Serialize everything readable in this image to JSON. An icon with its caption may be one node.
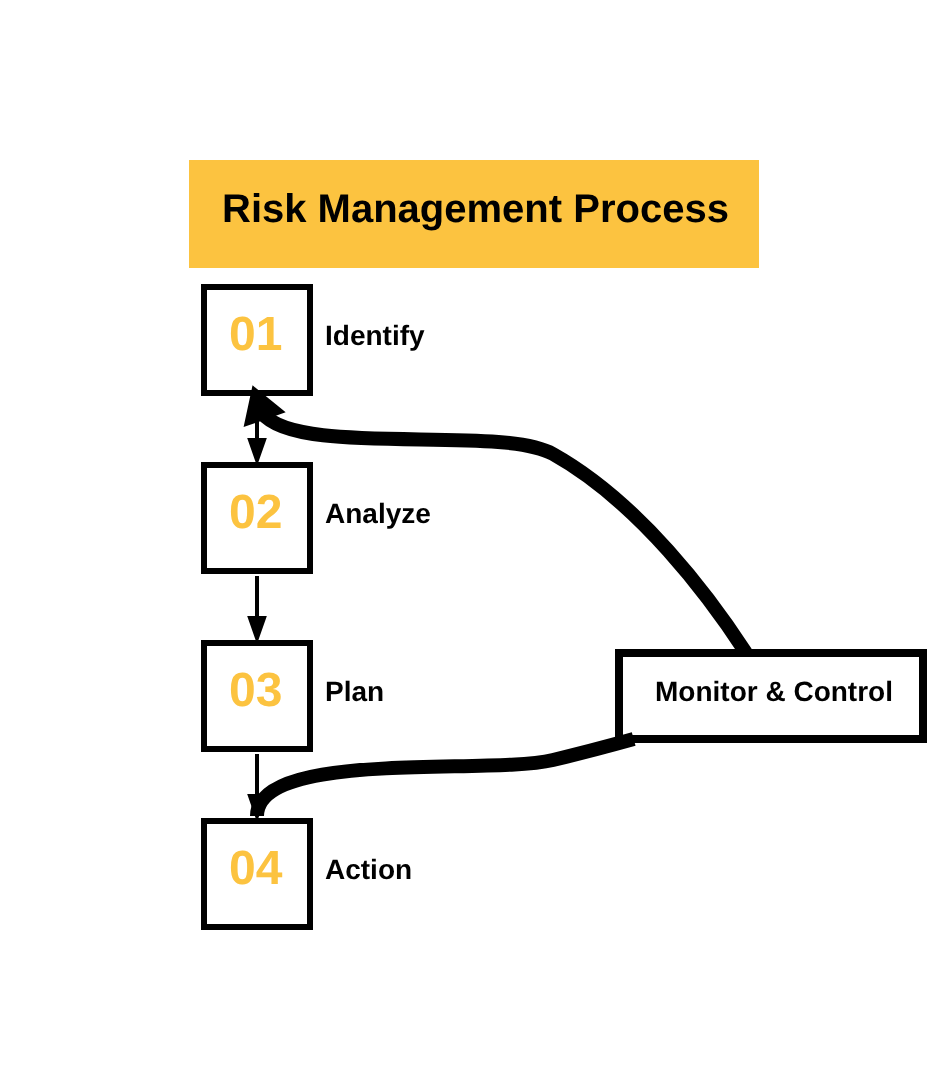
{
  "diagram": {
    "title": "Risk Management Process",
    "nodes": [
      {
        "text": [
          "01"
        ],
        "beside": [
          "Identify"
        ]
      },
      {
        "text": [
          "02"
        ],
        "beside": [
          "Analyze"
        ]
      },
      {
        "text": [
          "03"
        ],
        "beside": [
          "Plan"
        ]
      },
      {
        "text": [
          "04"
        ],
        "beside": [
          "Action"
        ]
      },
      {
        "text": [
          "Monitor & Control"
        ]
      }
    ],
    "edges": [
      {
        "from": 0,
        "to": 1,
        "arrow": "to"
      },
      {
        "from": 1,
        "to": 2,
        "arrow": "to"
      },
      {
        "from": 2,
        "to": 3,
        "arrow": "to"
      },
      {
        "from": 3,
        "to": 4,
        "arrow": "none",
        "style": "thick"
      },
      {
        "from": 4,
        "to": 0,
        "arrow": "to",
        "style": "thick"
      }
    ]
  }
}
